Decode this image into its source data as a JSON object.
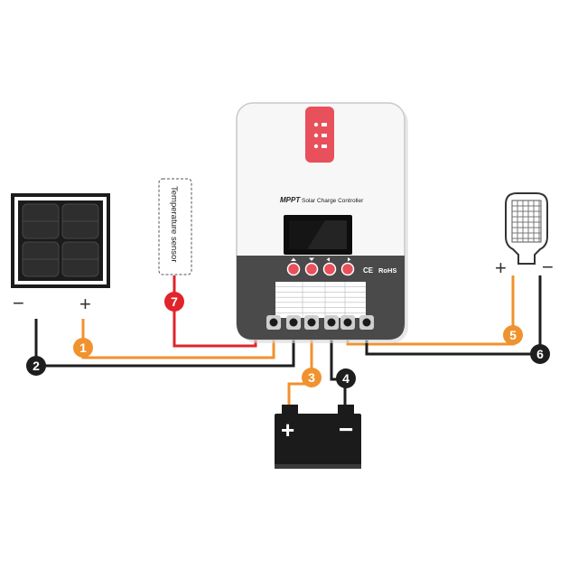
{
  "controller": {
    "brand": "MPPT",
    "title": "Solar Charge Controller",
    "certifications": [
      "CE",
      "RoHS"
    ],
    "spec_rows": 7
  },
  "sensor": {
    "label": "Temperature sensor"
  },
  "solar_panel": {
    "minus": "−",
    "plus": "+"
  },
  "load": {
    "plus": "+",
    "minus": "−"
  },
  "battery": {
    "plus": "+",
    "minus": "−"
  },
  "badges": [
    "1",
    "2",
    "3",
    "4",
    "5",
    "6",
    "7"
  ],
  "colors": {
    "positive_wire": "#f0922e",
    "negative_wire": "#1e1e1e",
    "sensor_wire": "#e0242c",
    "badge_orange": "#f0922e",
    "badge_dark": "#1e1e1e",
    "badge_red": "#e0242c",
    "controller_body": "#f7f7f7",
    "controller_base": "#4a4a4a",
    "indicator_panel": "#e8505b"
  }
}
